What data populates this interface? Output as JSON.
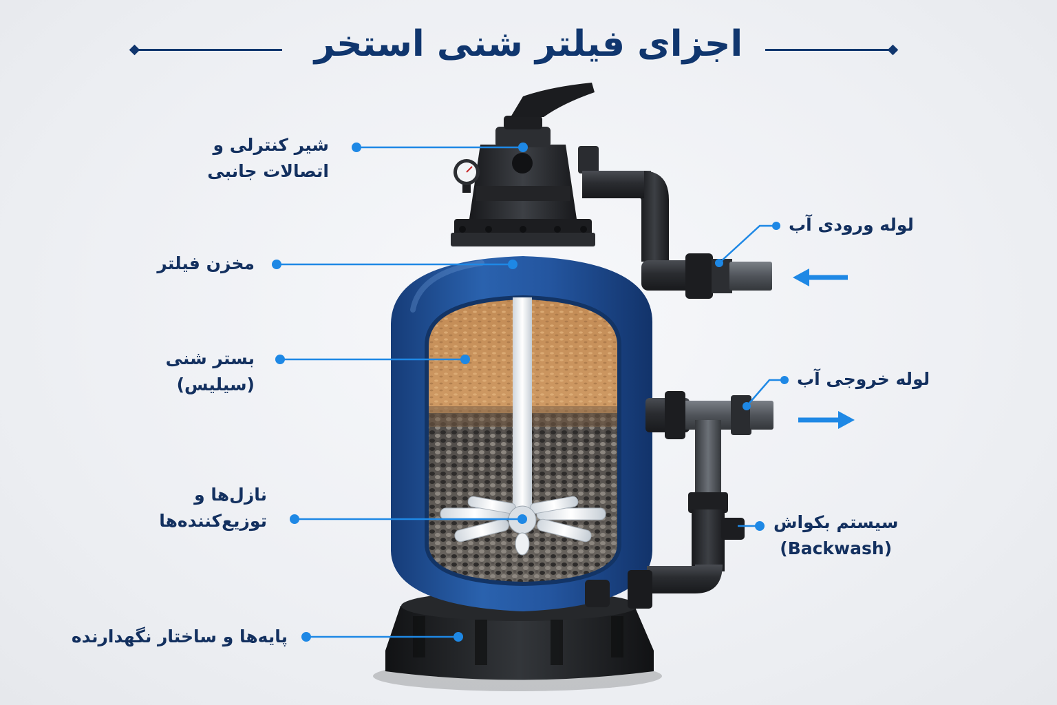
{
  "title": "اجزای فیلتر شنی استخر",
  "labels": {
    "valve_line1": "شیر کنترلی و",
    "valve_line2": "اتصالات جانبی",
    "tank": "مخزن فیلتر",
    "sand_line1": "بستر شنی",
    "sand_line2": "(سیلیس)",
    "nozzles_line1": "نازل‌ها و",
    "nozzles_line2": "توزیع‌کننده‌ها",
    "base": "پایه‌ها و ساختار نگهدارنده",
    "inlet": "لوله ورودی آب",
    "outlet": "لوله خروجی آب",
    "backwash_line1": "سیستم بکواش",
    "backwash_line2": "(Backwash)"
  },
  "colors": {
    "title": "#10366e",
    "label_text": "#13305f",
    "callout": "#1e88e5",
    "tank_blue": "#1f4f96",
    "pipe_dark": "#2b2d31",
    "sand": "#c9935c",
    "gravel": "#5b5650"
  },
  "icons": {
    "inlet_arrow": "arrow-left-icon",
    "outlet_arrow": "arrow-right-icon",
    "pressure_gauge": "gauge-icon"
  }
}
